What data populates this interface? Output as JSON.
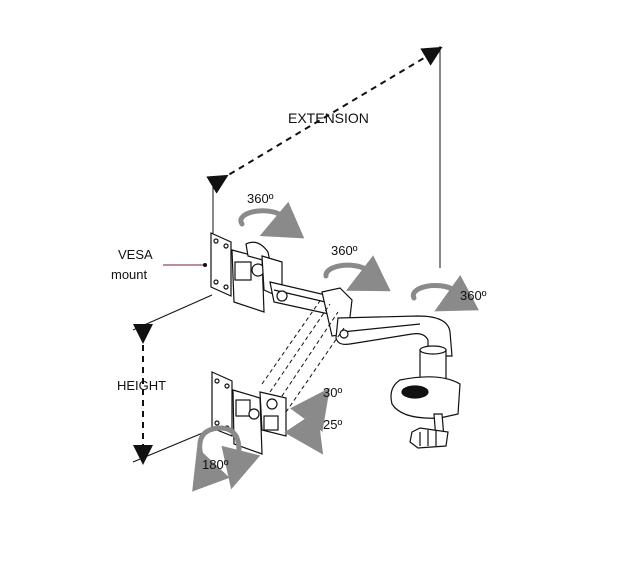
{
  "labels": {
    "extension": "EXTENSION",
    "vesa_line1": "VESA",
    "vesa_line2": "mount",
    "height": "HEIGHT",
    "rot_top_left": "360º",
    "rot_top_mid": "360º",
    "rot_right": "360º",
    "tilt_up": "30º",
    "tilt_down": "25º",
    "rot_bottom": "180º"
  },
  "colors": {
    "line": "#111111",
    "arrow_gray": "#8a8a8a",
    "vesa_pointer": "#7a1e2e"
  }
}
